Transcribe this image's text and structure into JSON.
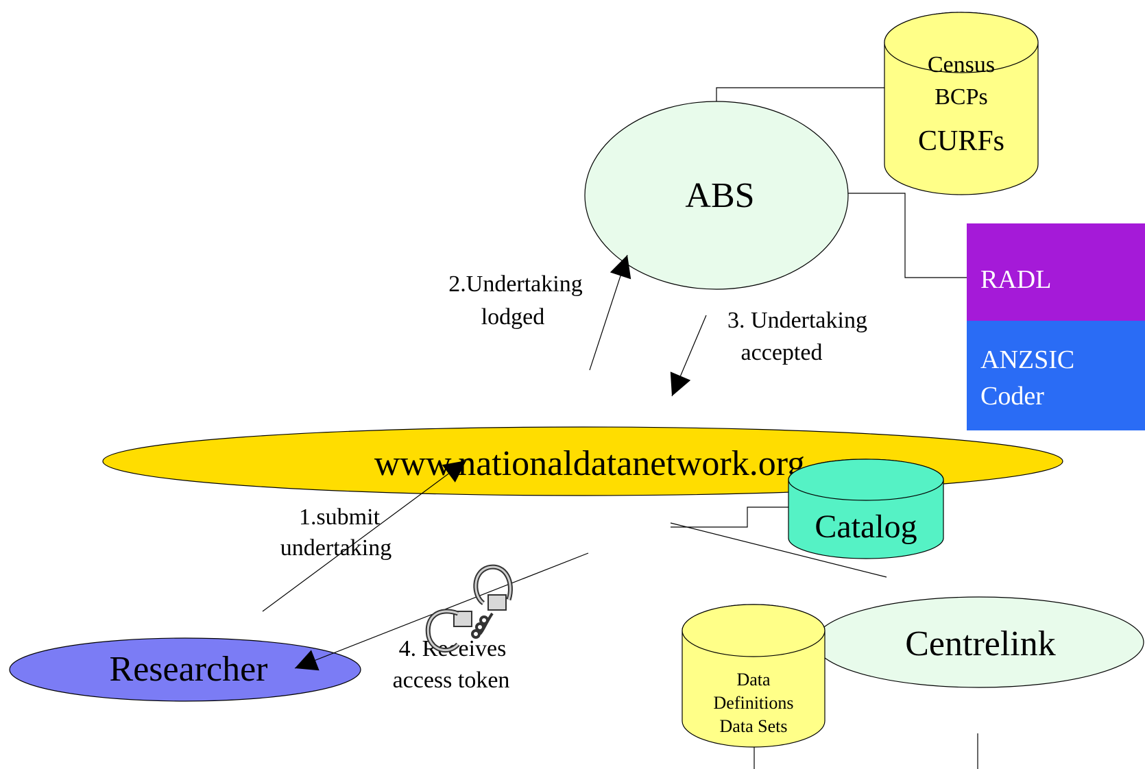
{
  "nodes": {
    "abs": "ABS",
    "url": "www.nationaldatanetwork.org",
    "researcher": "Researcher",
    "centrelink": "Centrelink",
    "catalog": "Catalog",
    "census": [
      "Census",
      "BCPs",
      "CURFs"
    ],
    "radl": "RADL",
    "anzsic": [
      "ANZSIC",
      "Coder"
    ],
    "data_defs": [
      "Data",
      "Definitions",
      "Data Sets"
    ]
  },
  "steps": {
    "s1": [
      "1.submit",
      "undertaking"
    ],
    "s2": [
      "2.Undertaking",
      "lodged"
    ],
    "s3": [
      "3. Undertaking",
      "accepted"
    ],
    "s4": [
      "4. Receives",
      "access token"
    ]
  },
  "colors": {
    "abs": "#e8fbeb",
    "url": "#ffdd00",
    "researcher": "#7b7cf5",
    "centrelink": "#e8fbeb",
    "catalog": "#55f2c5",
    "census": "#ffff88",
    "radl": "#a51ad8",
    "anzsic": "#2a6cf5",
    "data_defs": "#ffff88"
  },
  "icons": {
    "handcuffs": "handcuffs-icon"
  }
}
